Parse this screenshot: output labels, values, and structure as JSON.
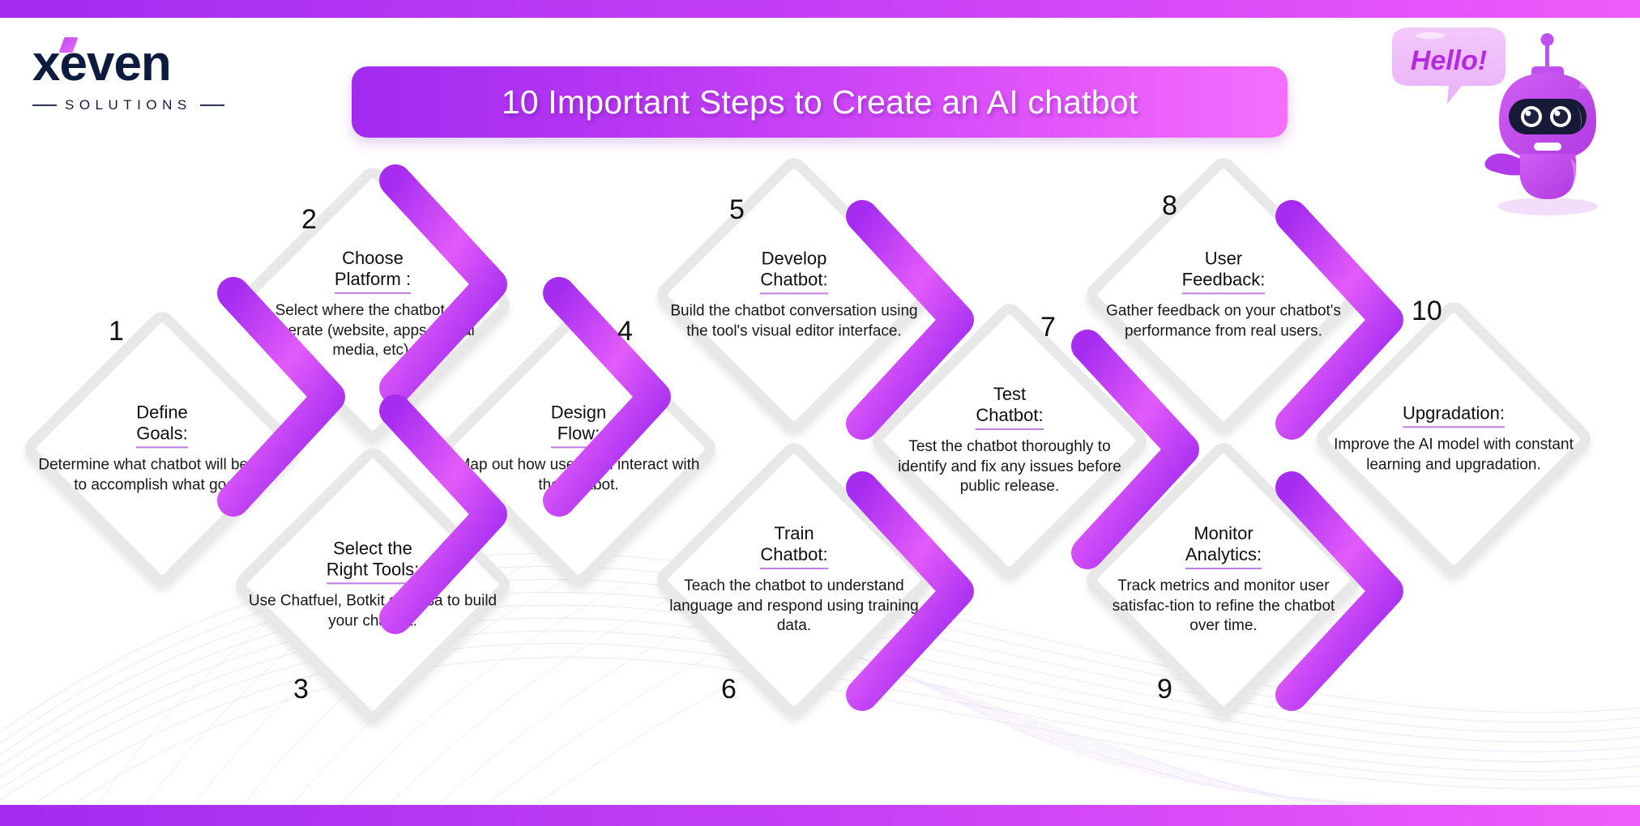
{
  "brand": {
    "name": "xeven",
    "tagline": "SOLUTIONS"
  },
  "header": {
    "title": "10 Important Steps to Create an AI chatbot"
  },
  "mascot": {
    "bubble_text": "Hello!",
    "icon": "robot-mascot"
  },
  "colors": {
    "accent_purple": "#a22bf0",
    "accent_pink": "#f56ffc",
    "diamond_border": "#e8e8e8",
    "heading_underline": "#c07fe0",
    "text": "#18181a"
  },
  "steps": [
    {
      "number": "1",
      "heading": "Define\nGoals:",
      "heading_line1": "Define",
      "heading_line2": "Goals:",
      "body": "Determine what chatbot will be used to accomplish what goals."
    },
    {
      "number": "2",
      "heading_line1": "Choose",
      "heading_line2": "Platform :",
      "body": "Select where the chatbot will operate (website, apps, social media, etc)."
    },
    {
      "number": "3",
      "heading_line1": "Select the",
      "heading_line2": "Right Tools:",
      "body": "Use Chatfuel, Botkit or Rasa to build your chatbot."
    },
    {
      "number": "4",
      "heading_line1": "Design",
      "heading_line2": "Flow:",
      "body": "Map out how users will interact with the chatbot."
    },
    {
      "number": "5",
      "heading_line1": "Develop",
      "heading_line2": "Chatbot:",
      "body": "Build the chatbot conversation using the tool's visual editor interface."
    },
    {
      "number": "6",
      "heading_line1": "Train",
      "heading_line2": "Chatbot:",
      "body": "Teach the chatbot to understand language and respond using training data."
    },
    {
      "number": "7",
      "heading_line1": "Test",
      "heading_line2": "Chatbot:",
      "body": "Test the chatbot thoroughly to identify and fix any issues before public release."
    },
    {
      "number": "8",
      "heading_line1": "User",
      "heading_line2": "Feedback:",
      "body": "Gather feedback on your chatbot's performance from real users."
    },
    {
      "number": "9",
      "heading_line1": "Monitor",
      "heading_line2": "Analytics:",
      "body": "Track metrics and monitor user satisfac-tion to refine the chatbot over time."
    },
    {
      "number": "10",
      "heading_line1": "",
      "heading_line2": "Upgradation:",
      "body": "Improve the AI model with constant learning and  upgradation."
    }
  ]
}
